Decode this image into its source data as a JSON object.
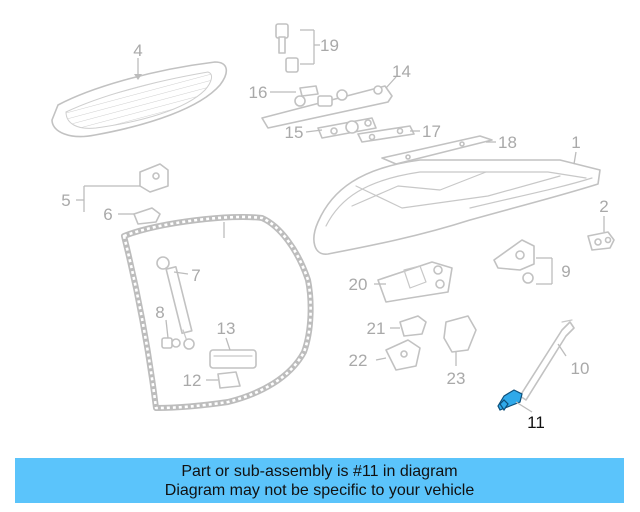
{
  "diagram": {
    "callouts": [
      "1",
      "2",
      "4",
      "5",
      "6",
      "7",
      "8",
      "9",
      "10",
      "11",
      "12",
      "13",
      "14",
      "15",
      "16",
      "17",
      "18",
      "19",
      "20",
      "21",
      "22",
      "23"
    ],
    "highlighted_part": "11",
    "colors": {
      "highlight": "#2fa9ea",
      "line": "#c2c2c2",
      "callout": "#a9a9a9",
      "banner": "#5bc4fb"
    }
  },
  "banner": {
    "line1": "Part or sub-assembly is #11 in diagram",
    "line2": "Diagram may not be specific to your vehicle"
  }
}
